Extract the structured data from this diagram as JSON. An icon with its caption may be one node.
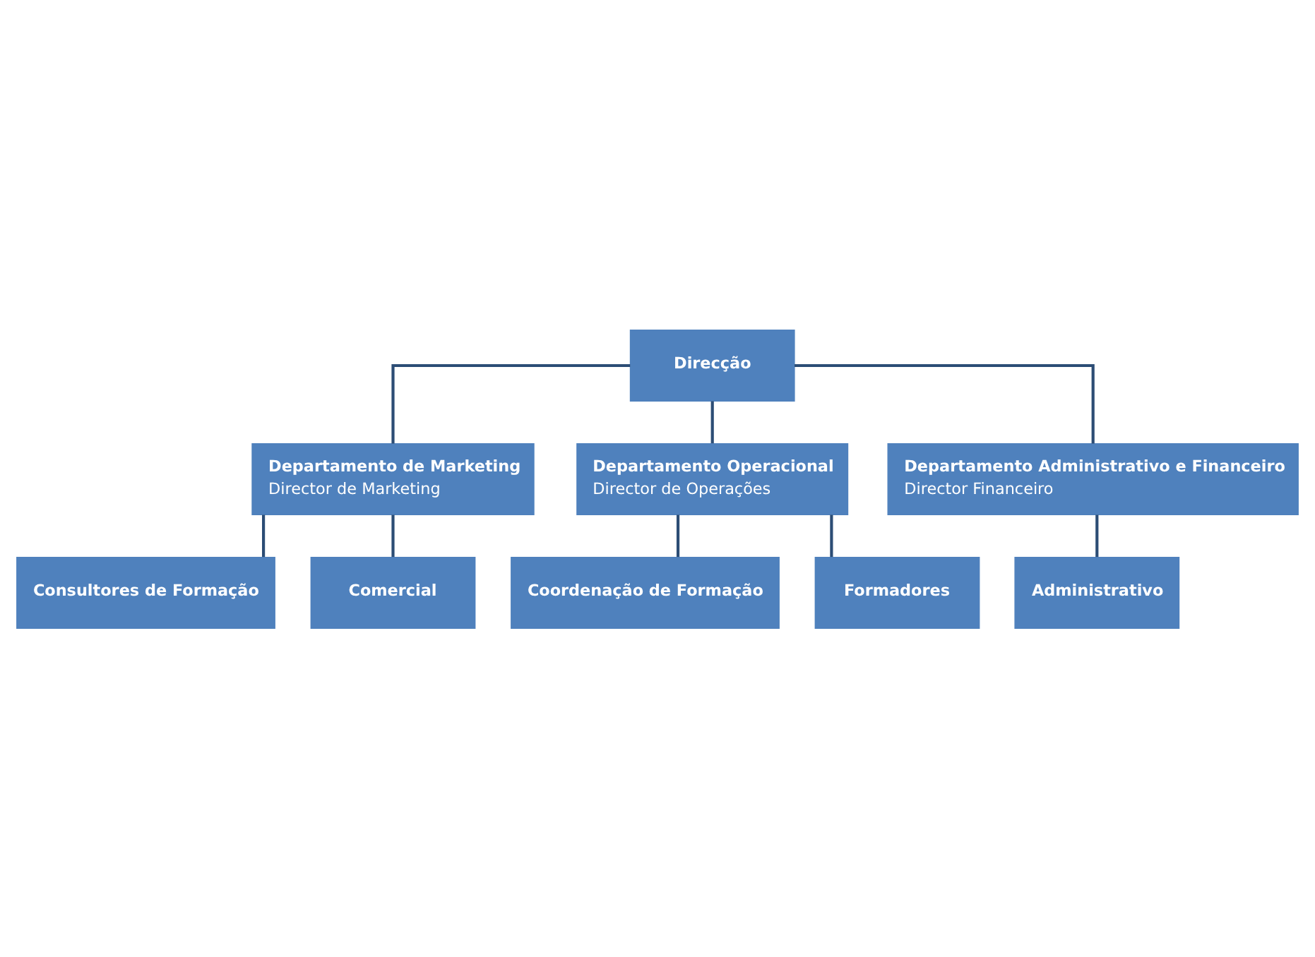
{
  "diagram": {
    "nodes": [
      {
        "text": [
          "Direcção"
        ]
      },
      {
        "text": [
          "Departamento de Marketing",
          "Director de Marketing"
        ]
      },
      {
        "text": [
          "Departamento Operacional",
          "Director de Operações"
        ]
      },
      {
        "text": [
          "Departamento Administrativo e Financeiro",
          "Director Financeiro"
        ]
      },
      {
        "text": [
          "Consultores de Formação"
        ]
      },
      {
        "text": [
          "Comercial"
        ]
      },
      {
        "text": [
          "Coordenação de Formação"
        ]
      },
      {
        "text": [
          "Formadores"
        ]
      },
      {
        "text": [
          "Administrativo"
        ]
      }
    ],
    "edges": [
      {
        "from": 0,
        "to": 1,
        "arrow": "none"
      },
      {
        "from": 0,
        "to": 2,
        "arrow": "none"
      },
      {
        "from": 0,
        "to": 3,
        "arrow": "none"
      },
      {
        "from": 1,
        "to": 4,
        "arrow": "none"
      },
      {
        "from": 1,
        "to": 5,
        "arrow": "none"
      },
      {
        "from": 2,
        "to": 6,
        "arrow": "none"
      },
      {
        "from": 2,
        "to": 7,
        "arrow": "none"
      },
      {
        "from": 3,
        "to": 8,
        "arrow": "none"
      }
    ]
  }
}
